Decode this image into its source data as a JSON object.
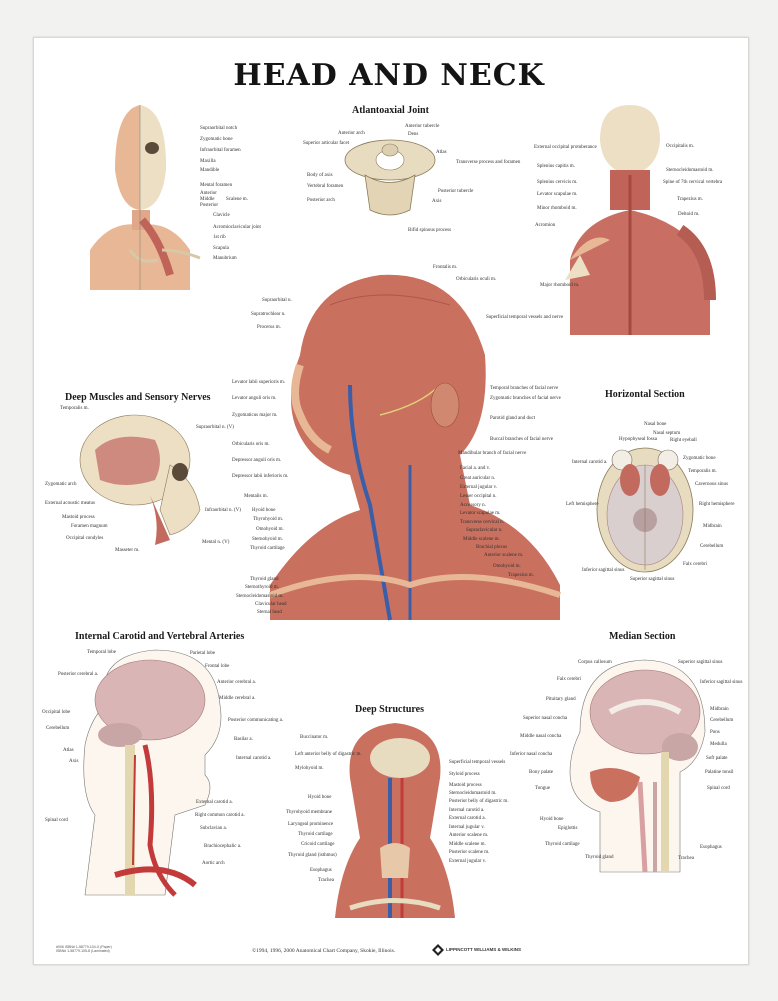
{
  "title": "HEAD AND NECK",
  "sections": {
    "atlantoaxial": "Atlantoaxial Joint",
    "deep_muscles": "Deep Muscles and Sensory Nerves",
    "horizontal": "Horizontal Section",
    "carotid": "Internal Carotid and Vertebral Arteries",
    "deep_structures": "Deep Structures",
    "median": "Median Section"
  },
  "labels": {
    "anterior_skull": [
      "Supraorbital notch",
      "Zygomatic bone",
      "Infraorbital foramen",
      "Maxilla",
      "Mandible",
      "Mental foramen",
      "Anterior",
      "Middle",
      "Posterior",
      "Scalene m.",
      "Clavicle",
      "Acromioclavicular joint",
      "1st rib",
      "Scapula",
      "Manubrium"
    ],
    "atlantoaxial": [
      "Anterior tubercle",
      "Anterior arch",
      "Dens",
      "Superior articular facet",
      "Atlas",
      "Transverse process and foramen",
      "Body of axis",
      "Vertebral foramen",
      "Posterior tubercle",
      "Posterior arch",
      "Axis",
      "Bifid spinous process"
    ],
    "posterior": [
      "External occipital protuberance",
      "Occipitalis m.",
      "Splenius capitis m.",
      "Sternocleidomastoid m.",
      "Splenius cervicis m.",
      "Spine of 7th cervical vertebra",
      "Levator scapulae m.",
      "Trapezius m.",
      "Minor rhomboid m.",
      "Deltoid m.",
      "Acromion",
      "Major rhomboid m."
    ],
    "central_left": [
      "Supraorbital n.",
      "Supratrochlear n.",
      "Procerus m.",
      "Levator labii superioris m.",
      "Levator anguli oris m.",
      "Zygomaticus major m.",
      "Orbicularis oris m.",
      "Depressor anguli oris m.",
      "Depressor labii inferioris m.",
      "Mentalis m.",
      "Hyoid bone",
      "Thyrohyoid m.",
      "Omohyoid m.",
      "Sternohyoid m.",
      "Thyroid cartilage",
      "Thyroid gland",
      "Sternothyroid m.",
      "Sternocleidomastoid m.",
      "Clavicular head",
      "Sternal head"
    ],
    "central_right": [
      "Frontalis m.",
      "Orbicularis oculi m.",
      "Superficial temporal vessels and nerve",
      "Temporal branches of facial nerve",
      "Zygomatic branches of facial nerve",
      "Parotid gland and duct",
      "Buccal branches of facial nerve",
      "Mandibular branch of facial nerve",
      "Facial a. and v.",
      "Great auricular n.",
      "External jugular v.",
      "Lesser occipital n.",
      "Accessory n.",
      "Levator scapulae m.",
      "Transverse cervical n.",
      "Supraclavicular n.",
      "Middle scalene m.",
      "Brachial plexus",
      "Anterior scalene m.",
      "Omohyoid m.",
      "Trapezius m."
    ],
    "deep_muscles": [
      "Temporalis m.",
      "Supraorbital n. (V)",
      "Zygomatic arch",
      "External acoustic meatus",
      "Mastoid process",
      "Foramen magnum",
      "Occipital condyles",
      "Masseter m.",
      "Infraorbital n. (V)",
      "Mental n. (V)"
    ],
    "horizontal": [
      "Nasal bone",
      "Nasal septum",
      "Hypophyseal fossa",
      "Right eyeball",
      "Internal carotid a.",
      "Zygomatic bone",
      "Temporalis m.",
      "Cavernous sinus",
      "Left hemisphere",
      "Right hemisphere",
      "Midbrain",
      "Cerebellum",
      "Falx cerebri",
      "Inferior sagittal sinus",
      "Superior sagittal sinus"
    ],
    "carotid": [
      "Temporal lobe",
      "Parietal lobe",
      "Frontal lobe",
      "Posterior cerebral a.",
      "Anterior cerebral a.",
      "Middle cerebral a.",
      "Occipital lobe",
      "Posterior communicating a.",
      "Cerebellum",
      "Basilar a.",
      "Atlas",
      "Axis",
      "Internal carotid a.",
      "External carotid a.",
      "Right common carotid a.",
      "Spinal cord",
      "Subclavian a.",
      "Brachiocephalic a.",
      "Aortic arch"
    ],
    "deep_structures": [
      "Buccinator m.",
      "Left anterior belly of digastric m.",
      "Mylohyoid m.",
      "Superficial temporal vessels",
      "Styloid process",
      "Mastoid process",
      "Sternocleidomastoid m.",
      "Posterior belly of digastric m.",
      "Internal carotid a.",
      "External carotid a.",
      "Internal jugular v.",
      "Anterior scalene m.",
      "Middle scalene m.",
      "Posterior scalene m.",
      "Hyoid bone",
      "Thyrohyoid membrane",
      "Laryngeal prominence",
      "Thyroid cartilage",
      "Cricoid cartilage",
      "Thyroid gland (isthmus)",
      "Esophagus",
      "Trachea",
      "External jugular v."
    ],
    "median": [
      "Corpus callosum",
      "Superior sagittal sinus",
      "Falx cerebri",
      "Inferior sagittal sinus",
      "Midbrain",
      "Pituitary gland",
      "Cerebellum",
      "Superior nasal concha",
      "Pons",
      "Middle nasal concha",
      "Medulla",
      "Inferior nasal concha",
      "Soft palate",
      "Bony palate",
      "Palatine tonsil",
      "Tongue",
      "Spinal cord",
      "Hyoid bone",
      "Epiglottis",
      "Thyroid cartilage",
      "Esophagus",
      "Thyroid gland",
      "Trachea"
    ]
  },
  "footer": {
    "copyright": "©1994, 1996, 2000 Anatomical Chart Company, Skokie, Illinois.",
    "publisher": "LIPPINCOTT WILLIAMS & WILKINS",
    "code_line1": "#906 ISBN# 1-58779-104-X (Paper)",
    "code_line2": "ISBN# 1-58779-105-8 (Laminated)"
  },
  "colors": {
    "muscle": "#c0645a",
    "bone": "#e8dcc0",
    "skin": "#e8b896",
    "artery": "#c23a3a",
    "vein": "#3a5fa8",
    "brain": "#d9b5b5"
  }
}
